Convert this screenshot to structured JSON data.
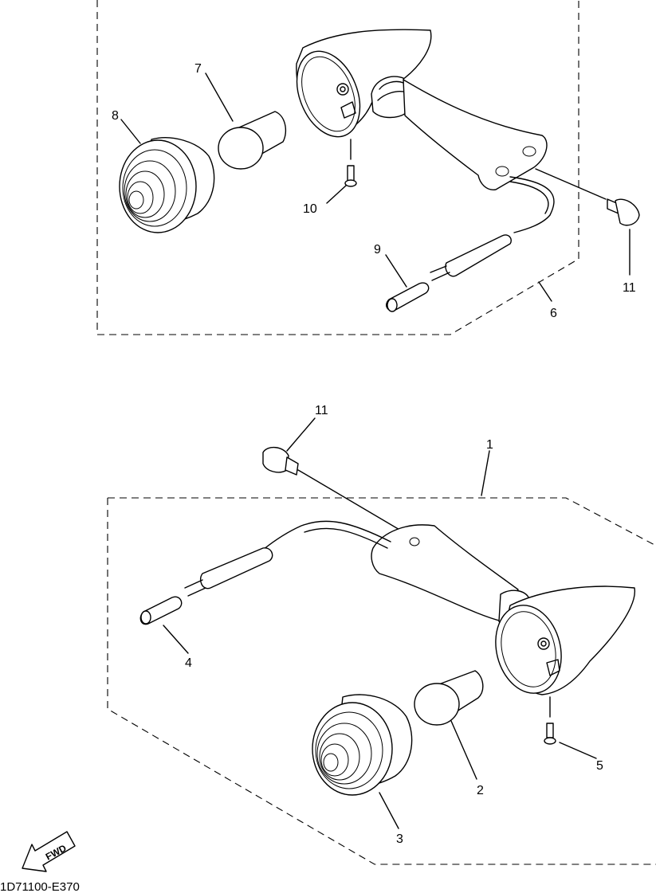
{
  "labels": {
    "p1": "1",
    "p2": "2",
    "p3": "3",
    "p4": "4",
    "p5": "5",
    "p6": "6",
    "p7": "7",
    "p8": "8",
    "p9": "9",
    "p10": "10",
    "p11a": "11",
    "p11b": "11"
  },
  "fwd": "FWD",
  "drawing_code": "1D71100-E370"
}
